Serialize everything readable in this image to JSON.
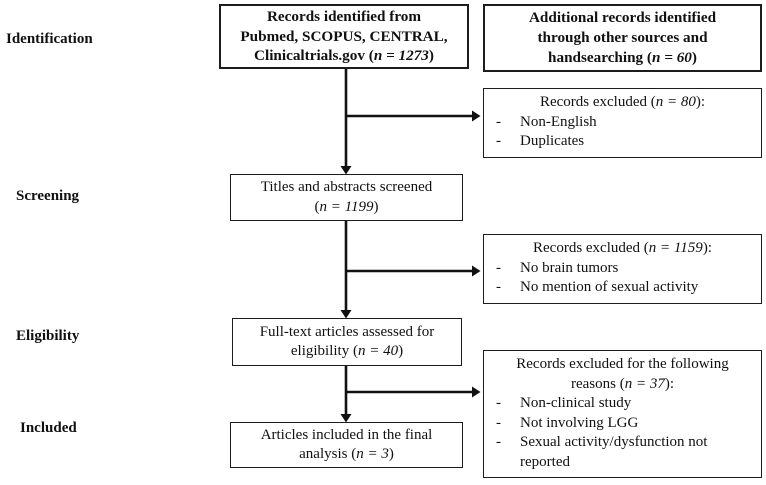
{
  "colors": {
    "ink": "#111111",
    "border": "#1c1c1c",
    "background": "#ffffff"
  },
  "stages": [
    {
      "label": "Identification"
    },
    {
      "label": "Screening"
    },
    {
      "label": "Eligibility"
    },
    {
      "label": "Included"
    }
  ],
  "counts": {
    "records_identified": 1273,
    "additional_records": 60,
    "excluded_screening": 80,
    "titles_abstracts_screened": 1199,
    "excluded_eligibility": 1159,
    "fulltext_assessed": 40,
    "excluded_reasons": 37,
    "articles_included": 3
  },
  "boxes": [
    {
      "name": "records-identified",
      "style": "bold",
      "lines": [
        "Records identified from",
        "Pubmed, SCOPUS, CENTRAL,",
        "Clinicaltrials.gov (n = 1273)"
      ],
      "items": []
    },
    {
      "name": "additional-records",
      "style": "bold",
      "lines": [
        "Additional records identified",
        "through other sources and",
        "handsearching (n = 60)"
      ],
      "items": []
    },
    {
      "name": "records-excluded-screening",
      "style": "exclusion",
      "lines": [
        "Records excluded (n = 80):"
      ],
      "items": [
        "Non-English",
        "Duplicates"
      ]
    },
    {
      "name": "titles-abstracts-screened",
      "style": "plain",
      "lines": [
        "Titles and abstracts screened",
        "(n = 1199)"
      ],
      "items": []
    },
    {
      "name": "records-excluded-eligibility",
      "style": "exclusion",
      "lines": [
        "Records excluded (n = 1159):"
      ],
      "items": [
        "No brain tumors",
        "No mention of sexual activity"
      ]
    },
    {
      "name": "fulltext-articles-assessed",
      "style": "plain",
      "lines": [
        "Full-text articles assessed for",
        "eligibility (n = 40)"
      ],
      "items": []
    },
    {
      "name": "records-excluded-reasons",
      "style": "exclusion",
      "lines": [
        "Records excluded for the following",
        "reasons (n = 37):"
      ],
      "items": [
        "Non-clinical study",
        "Not involving LGG",
        "Sexual activity/dysfunction not reported"
      ]
    },
    {
      "name": "articles-included",
      "style": "plain",
      "lines": [
        "Articles included in the final",
        "analysis (n = 3)"
      ],
      "items": []
    }
  ]
}
